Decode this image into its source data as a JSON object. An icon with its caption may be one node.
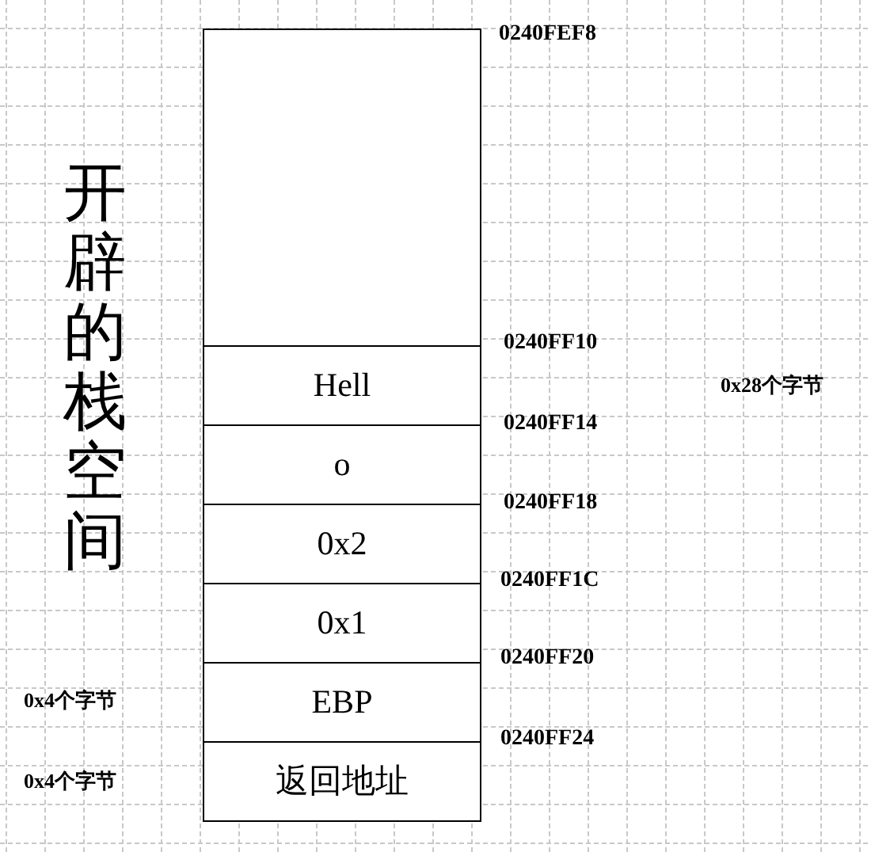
{
  "diagram": {
    "nodes": [
      {
        "text": [],
        "shape": "box"
      },
      {
        "text": [
          "Hell"
        ]
      },
      {
        "text": [
          "o"
        ]
      },
      {
        "text": [
          "0x2"
        ]
      },
      {
        "text": [
          "0x1"
        ]
      },
      {
        "text": [
          "EBP"
        ]
      },
      {
        "text": [
          "返回地址"
        ]
      }
    ],
    "edges": [],
    "labels": [
      "0240FEF8",
      "开辟的栈空间",
      "0240FF10",
      "0x28个字节",
      "0240FF14",
      "0240FF18",
      "0240FF1C",
      "0240FF20",
      "0x4个字节",
      "0240FF24",
      "0x4个字节"
    ]
  }
}
